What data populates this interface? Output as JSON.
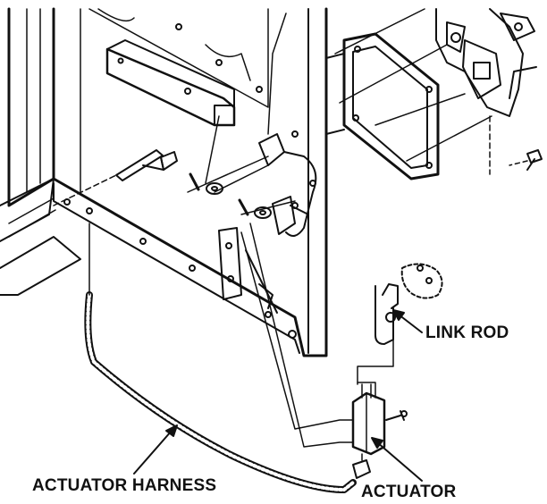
{
  "labels": {
    "link_rod": "LINK ROD",
    "actuator_harness": "ACTUATOR HARNESS",
    "actuator": "ACTUATOR"
  },
  "colors": {
    "ink": "#111111",
    "paper": "#ffffff"
  },
  "icons": [
    "door-frame-outline",
    "latch-assembly",
    "actuator-body",
    "coiled-harness",
    "link-rod",
    "screw",
    "pointer-arrow"
  ]
}
